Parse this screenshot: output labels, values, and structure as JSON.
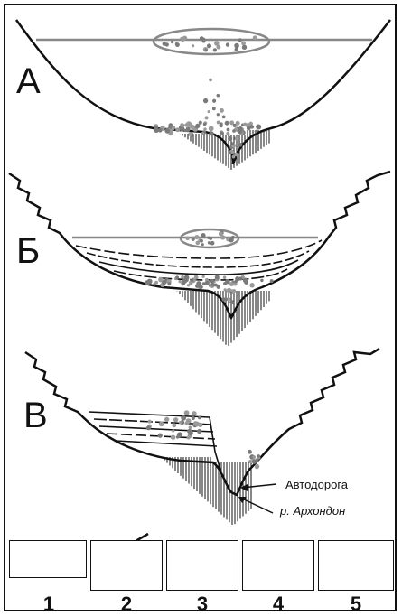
{
  "panels": [
    {
      "id": "A",
      "label": "А"
    },
    {
      "id": "B",
      "label": "Б"
    },
    {
      "id": "V",
      "label": "В"
    }
  ],
  "annotations": {
    "road": "Автодорога",
    "river": "р. Архондон"
  },
  "legend": [
    {
      "num": "1",
      "icon": "lake-with-sediment-icon"
    },
    {
      "num": "2",
      "icon": "slope-terrace-icon"
    },
    {
      "num": "3",
      "icon": "sediment-dots-icon"
    },
    {
      "num": "4",
      "icon": "layered-deposits-icon"
    },
    {
      "num": "5",
      "icon": "incised-valley-icon"
    }
  ],
  "colors": {
    "outline": "#111111",
    "lake": "#8a8a8a",
    "sediment": "#9a9a9a"
  }
}
